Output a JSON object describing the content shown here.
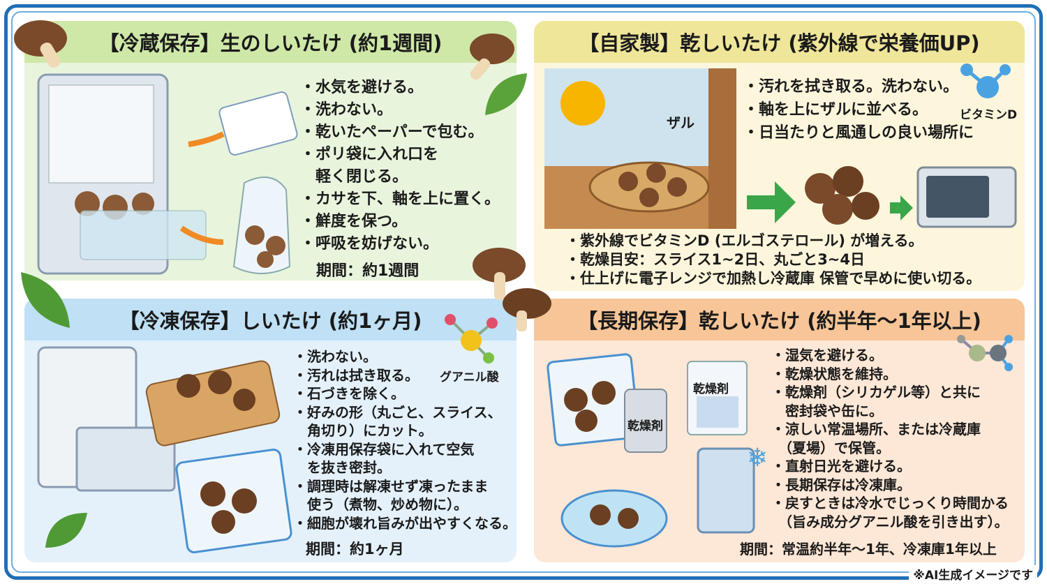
{
  "colors": {
    "frame": "#1f6fb5",
    "fridge_header": "#cfe8a8",
    "fridge_body": "#e9f4dd",
    "dried_header": "#efe69a",
    "dried_body": "#fdf6dc",
    "freezer_header": "#bfe0f5",
    "freezer_body": "#e4f1fb",
    "long_header": "#f7c597",
    "long_body": "#fde7d6"
  },
  "fridge": {
    "title": "【冷蔵保存】生のしいたけ (約1週間)",
    "items": [
      "・水気を避ける。",
      "・洗わない。",
      "・乾いたペーパーで包む。",
      "・ポリ袋に入れ口を",
      "　軽く閉じる。",
      "・カサを下、軸を上に置く。",
      "・鮮度を保つ。",
      "・呼吸を妨げない。"
    ],
    "period": "期間：約1週間"
  },
  "dried": {
    "title": "【自家製】乾しいたけ (紫外線で栄養価UP)",
    "items": [
      "・汚れを拭き取る。洗わない。",
      "・軸を上にザルに並べる。",
      "・日当たりと風通しの良い場所に"
    ],
    "zaru_label": "ザル",
    "vitamin_label": "ビタミンD",
    "notes": [
      "・紫外線でビタミンD (エルゴステロール) が増える。",
      "・乾燥目安：スライス1~2日、丸ごと3~4日",
      "・仕上げに電子レンジで加熱し冷蔵庫 保管で早めに使い切る。"
    ]
  },
  "freezer": {
    "title": "【冷凍保存】しいたけ (約1ヶ月)",
    "items": [
      "・洗わない。",
      "・汚れは拭き取る。",
      "・石づきを除く。",
      "・好みの形（丸ごと、スライス、",
      "　角切り）にカット。",
      "・冷凍用保存袋に入れて空気",
      "　を抜き密封。",
      "・調理時は解凍せず凍ったまま",
      "　使う（煮物、炒め物に）。",
      "・細胞が壊れ旨みが出やすくなる。"
    ],
    "acid_label": "グアニル酸",
    "period": "期間：約1ヶ月"
  },
  "longterm": {
    "title": "【長期保存】乾しいたけ (約半年～1年以上)",
    "items": [
      "・湿気を避ける。",
      "・乾燥状態を維持。",
      "・乾燥剤（シリカゲル等）と共に",
      "　密封袋や缶に。",
      "・涼しい常温場所、または冷蔵庫",
      "　（夏場）で保管。",
      "・直射日光を避ける。",
      "・長期保存は冷凍庫。",
      "・戻すときは冷水でじっくり時間かる",
      "　（旨み成分グアニル酸を引き出す）。"
    ],
    "desiccant_label": "乾燥剤",
    "can_label": "乾燥剤",
    "period": "期間：常温約半年～1年、冷凍庫1年以上"
  },
  "footer_note": "※AI生成イメージです"
}
